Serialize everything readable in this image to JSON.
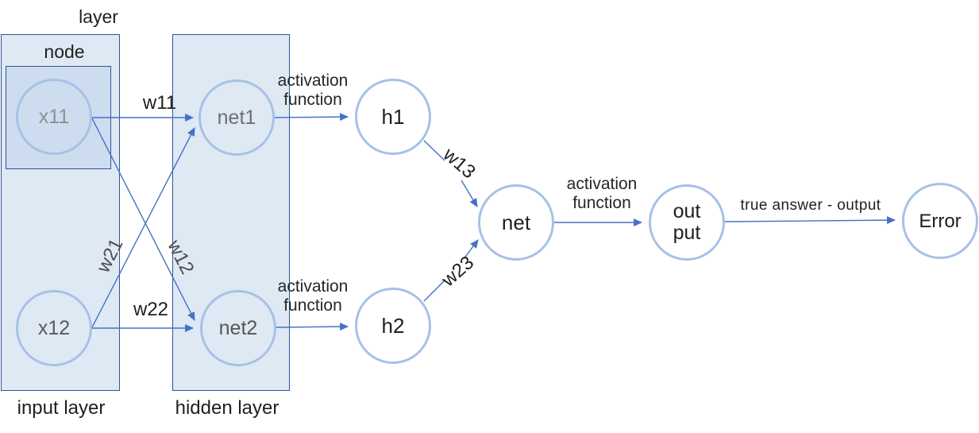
{
  "diagram": {
    "title_labels": {
      "layer": "layer",
      "node": "node",
      "input_layer": "input layer",
      "hidden_layer": "hidden layer"
    },
    "nodes": {
      "x11": "x11",
      "x12": "x12",
      "net1": "net1",
      "net2": "net2",
      "h1": "h1",
      "h2": "h2",
      "net": "net",
      "output": "out\nput",
      "error": "Error"
    },
    "weights": {
      "w11": "w11",
      "w21": "w21",
      "w12": "w12",
      "w22": "w22",
      "w13": "w13",
      "w23": "w23"
    },
    "edge_labels": {
      "activation_function": "activation function",
      "true_answer": "true answer - output"
    },
    "colors": {
      "background": "#ffffff",
      "layer_box_fill": "#dfe9f4",
      "node_box_fill": "#cdddef",
      "box_border": "#2f5597",
      "circle_stroke": "#a7c1e6",
      "arrow_line": "#4472c4",
      "text_dark": "#1f1f1f",
      "text_gray": "#6e6e6e"
    }
  }
}
